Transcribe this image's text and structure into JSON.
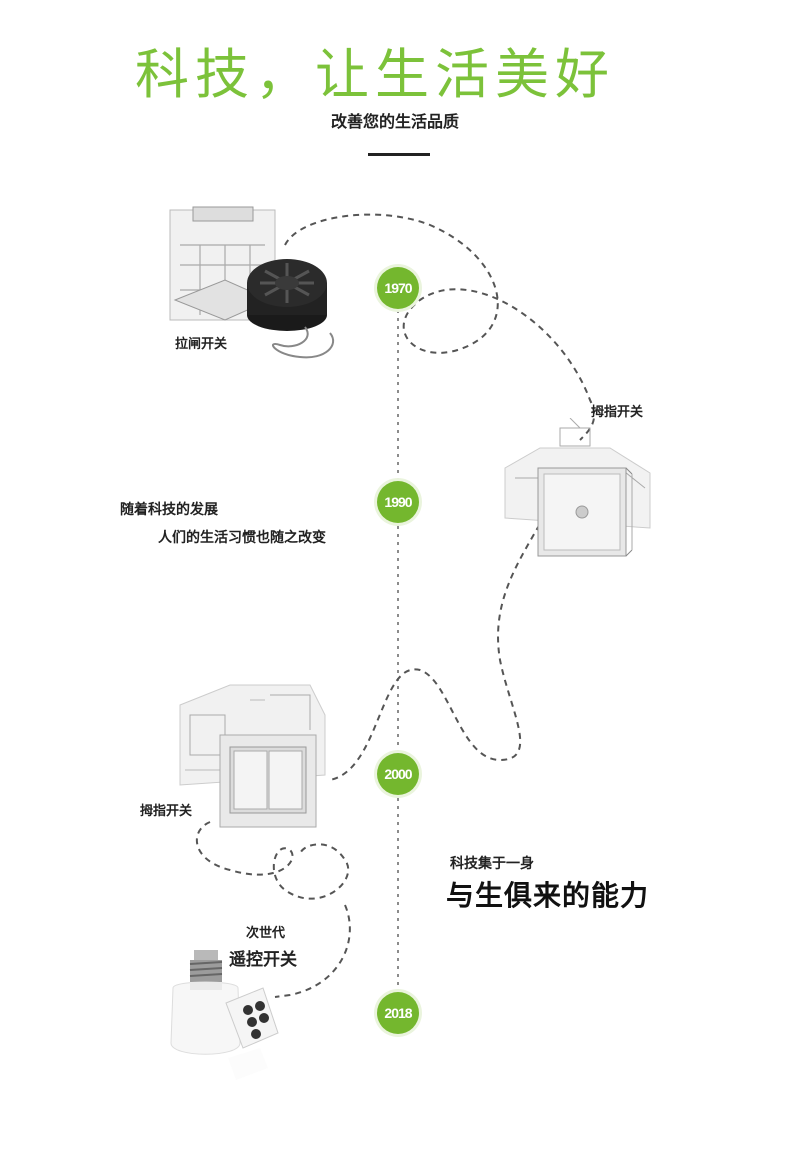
{
  "header": {
    "title": "科技，让生活美好",
    "subtitle": "改善您的生活品质"
  },
  "timeline": {
    "years": [
      "1970",
      "1990",
      "2000",
      "2018"
    ],
    "products": {
      "pull_switch": "拉闸开关",
      "thumb_switch_a": "拇指开关",
      "thumb_switch_b": "拇指开关",
      "remote_line1": "次世代",
      "remote_line2": "遥控开关"
    },
    "story": {
      "line1": "随着科技的发展",
      "line2": "人们的生活习惯也随之改变"
    },
    "slogan": {
      "small": "科技集于一身",
      "large": "与生俱来的能力"
    }
  },
  "colors": {
    "accent_green": "#7cc23a",
    "node_green": "#74b72e",
    "path_gray": "#555555"
  }
}
